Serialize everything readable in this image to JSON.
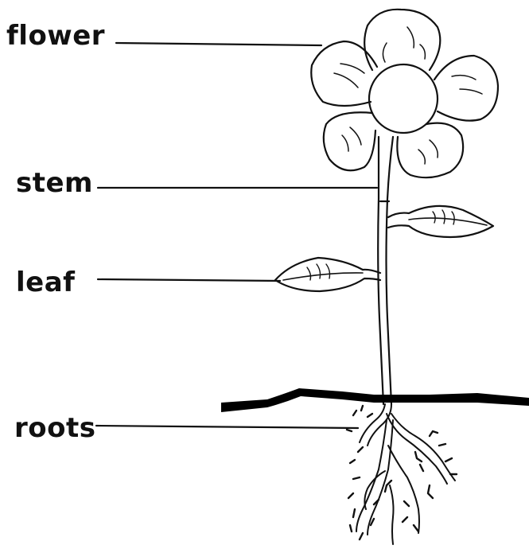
{
  "diagram": {
    "labels": {
      "flower": "flower",
      "stem": "stem",
      "leaf": "leaf",
      "roots": "roots"
    },
    "colors": {
      "ink": "#111111",
      "background": "#ffffff"
    }
  }
}
